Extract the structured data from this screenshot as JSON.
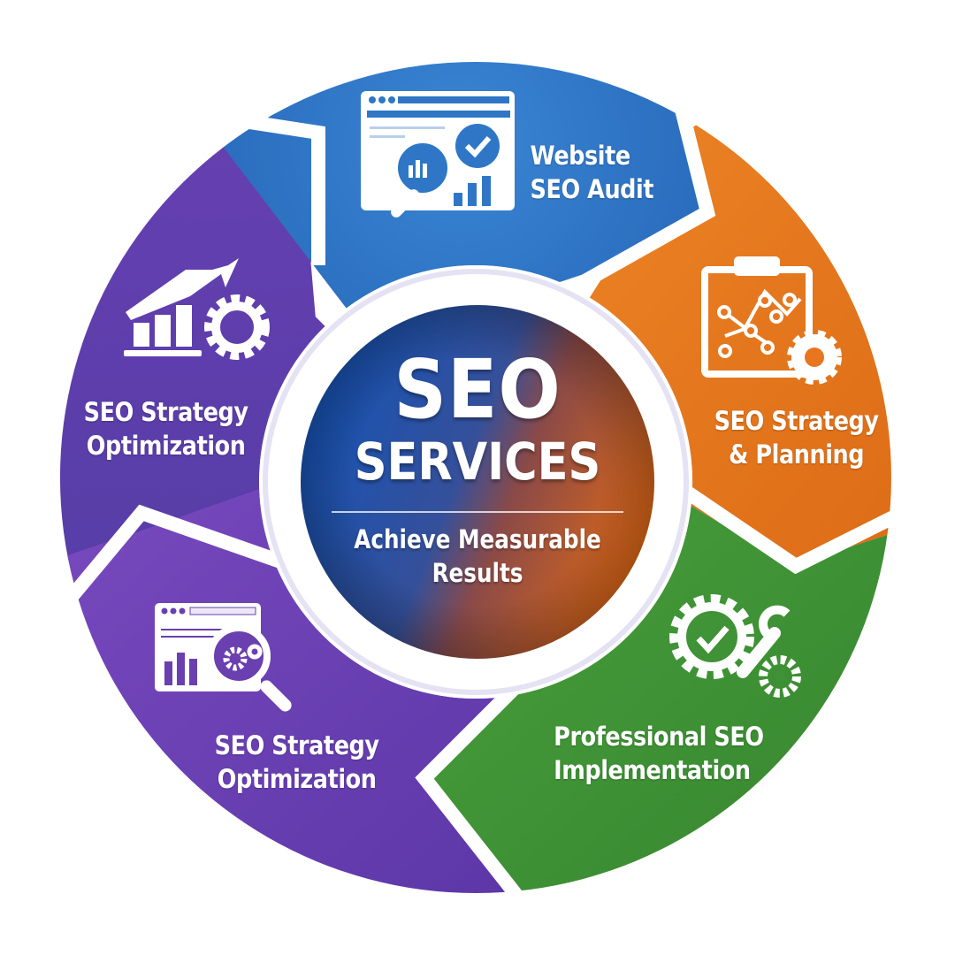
{
  "center": {
    "title_line1": "SEO",
    "title_line2": "SERVICES",
    "subtitle_line1": "Achieve Measurable",
    "subtitle_line2": "Results"
  },
  "segments": [
    {
      "id": "website-seo-audit",
      "line1": "Website",
      "line2": "SEO Audit",
      "color": "#2f77c6",
      "icon": "browser-magnifier-checkmark-chart-icon"
    },
    {
      "id": "seo-strategy-planning",
      "line1": "SEO Strategy",
      "line2": "& Planning",
      "color": "#e8761f",
      "icon": "clipboard-network-gear-icon"
    },
    {
      "id": "professional-seo-implementation",
      "line1": "Professional SEO",
      "line2": "Implementation",
      "color": "#3f9236",
      "icon": "gear-check-wrench-icon"
    },
    {
      "id": "seo-strategy-optimization-bottom",
      "line1": "SEO Strategy",
      "line2": "Optimization",
      "color": "#6a3fb0",
      "icon": "browser-chart-magnifier-gear-icon"
    },
    {
      "id": "seo-strategy-optimization-left",
      "line1": "SEO Strategy",
      "line2": "Optimization",
      "color": "#573aa6",
      "icon": "growth-chart-arrow-gear-icon"
    }
  ],
  "colors": {
    "blue": "#2f77c6",
    "orange": "#e8761f",
    "green": "#3f9236",
    "purple": "#6a3fb0",
    "purple_dark": "#4e3aa0",
    "center_gradient_start": "#1b56b8",
    "center_gradient_end": "#e0650f"
  }
}
